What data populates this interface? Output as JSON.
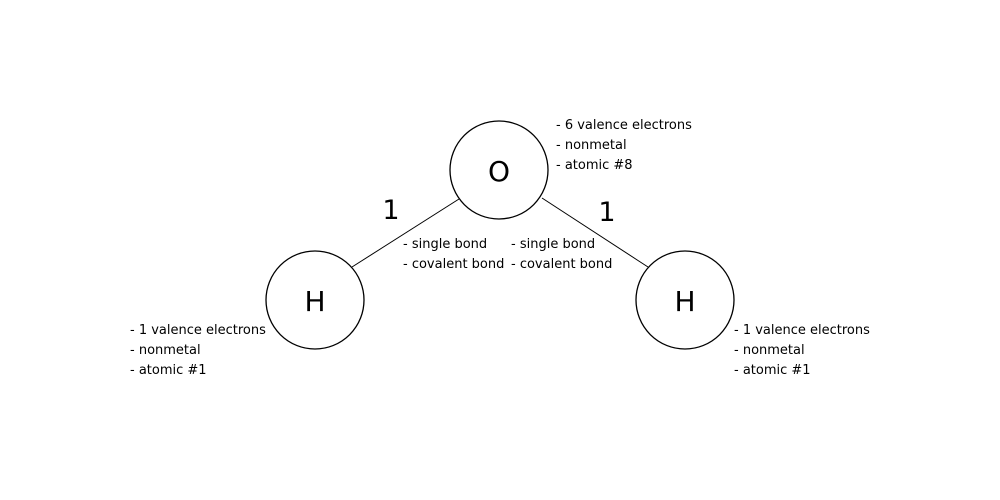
{
  "atoms": {
    "oxygen": {
      "symbol": "O",
      "properties": [
        "6 valence electrons",
        "nonmetal",
        "atomic #8"
      ]
    },
    "hydrogen_left": {
      "symbol": "H",
      "properties": [
        "1 valence electrons",
        "nonmetal",
        "atomic #1"
      ]
    },
    "hydrogen_right": {
      "symbol": "H",
      "properties": [
        "1 valence electrons",
        "nonmetal",
        "atomic #1"
      ]
    }
  },
  "bonds": {
    "left": {
      "order_label": "1",
      "properties": [
        "single bond",
        "covalent bond"
      ]
    },
    "right": {
      "order_label": "1",
      "properties": [
        "single bond",
        "covalent bond"
      ]
    }
  },
  "colors": {
    "stroke": "#000000",
    "background": "#ffffff"
  }
}
